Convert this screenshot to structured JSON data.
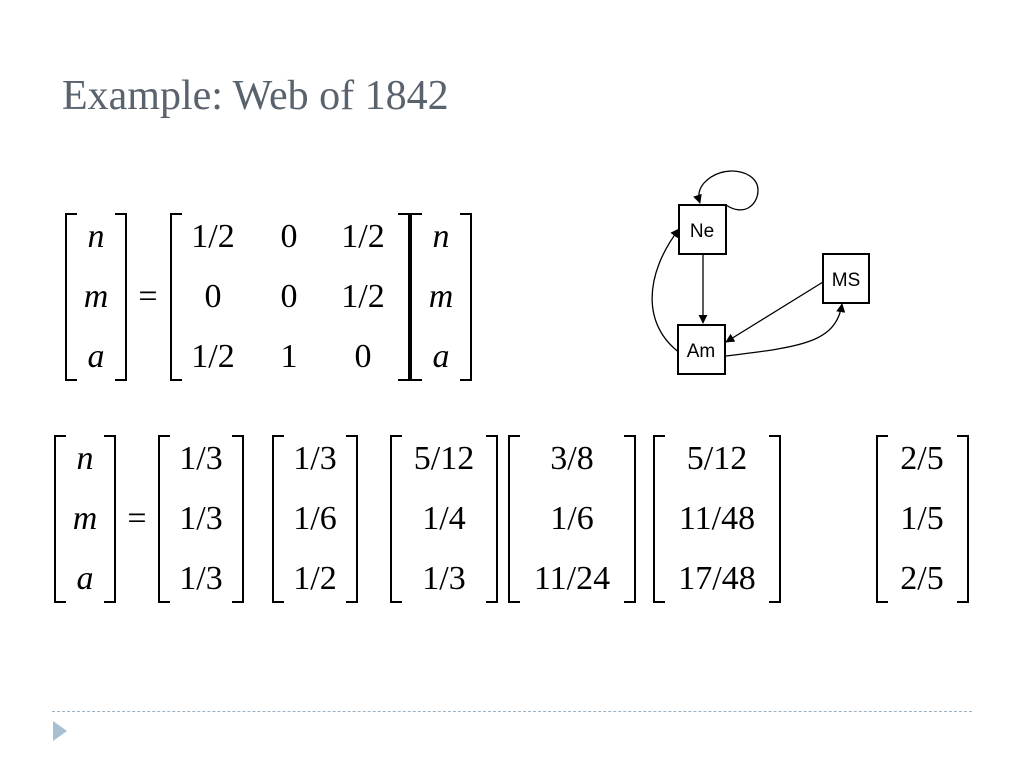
{
  "slide": {
    "title": "Example: Web of 1842"
  },
  "equation1": {
    "lhs": [
      "n",
      "m",
      "a"
    ],
    "equals": "=",
    "matrix": [
      [
        "1/2",
        "0",
        "1/2"
      ],
      [
        "0",
        "0",
        "1/2"
      ],
      [
        "1/2",
        "1",
        "0"
      ]
    ],
    "rhs": [
      "n",
      "m",
      "a"
    ]
  },
  "equation2": {
    "lhs": [
      "n",
      "m",
      "a"
    ],
    "equals": "=",
    "iterations": [
      [
        "1/3",
        "1/3",
        "1/3"
      ],
      [
        "1/3",
        "1/6",
        "1/2"
      ],
      [
        "5/12",
        "1/4",
        "1/3"
      ],
      [
        "3/8",
        "1/6",
        "11/24"
      ],
      [
        "5/12",
        "11/48",
        "17/48"
      ]
    ],
    "limit": [
      "2/5",
      "1/5",
      "2/5"
    ]
  },
  "graph": {
    "nodes": {
      "ne": "Ne",
      "ms": "MS",
      "am": "Am"
    },
    "edges": [
      [
        "Ne",
        "Ne"
      ],
      [
        "Ne",
        "Am"
      ],
      [
        "Am",
        "Ne"
      ],
      [
        "Am",
        "MS"
      ],
      [
        "MS",
        "Am"
      ]
    ]
  },
  "footer": {
    "bullet_icon": "triangle-bullet-icon",
    "line_color": "#9fb1bf",
    "bullet_color": "#a7bfd1"
  },
  "colors": {
    "title": "#59636e",
    "text": "#000000"
  }
}
